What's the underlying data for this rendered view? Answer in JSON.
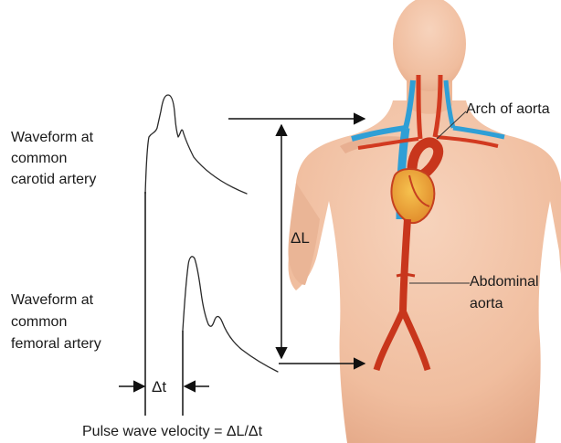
{
  "labels": {
    "carotid": [
      "Waveform at",
      "common",
      "carotid artery"
    ],
    "femoral": [
      "Waveform at",
      "common",
      "femoral artery"
    ],
    "arch": "Arch of aorta",
    "abdominal": [
      "Abdominal",
      "aorta"
    ],
    "delta_l": "ΔL",
    "delta_t": "Δt",
    "formula": "Pulse wave velocity = ΔL/Δt"
  },
  "colors": {
    "skin": "#f2c2a6",
    "skin_shadow": "#dda386",
    "aorta": "#c8361c",
    "vein": "#2f9fd6",
    "heart": "#e9a23a",
    "heart_dark": "#c64020",
    "ink": "#111111"
  }
}
